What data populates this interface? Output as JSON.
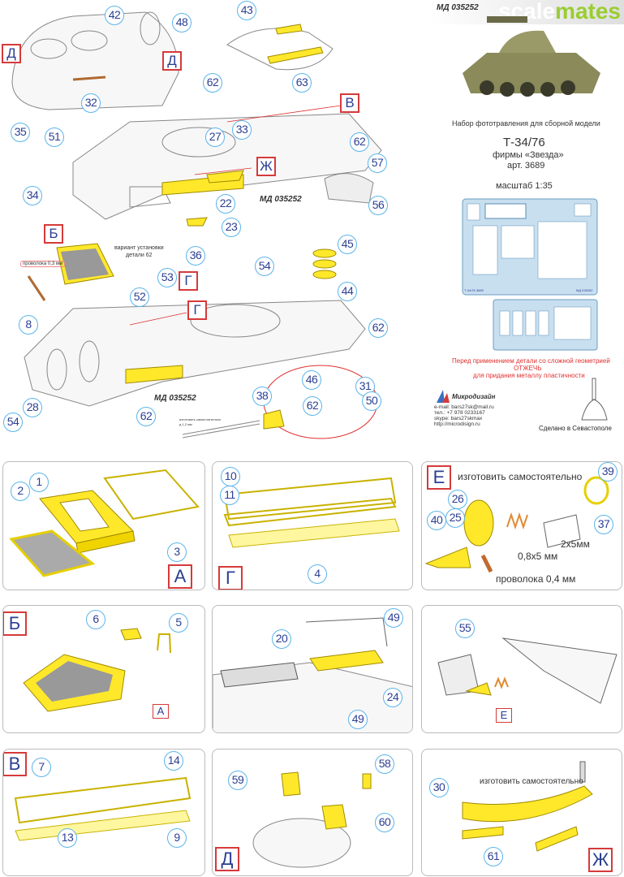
{
  "watermark": {
    "scale": "scale",
    "mates": "mates"
  },
  "header": {
    "top_code": "МД 035252",
    "subtitle": "Набор фототравления для сборной модели",
    "model": "Т-34/76",
    "maker": "фирмы «Звезда»",
    "article": "арт. 3689",
    "scale": "масштаб 1:35",
    "warning_line1": "Перед применением детали со сложной геометрией",
    "warning_line2": "ОТЖЕЧЬ",
    "warning_line3": "для придания металлу пластичности",
    "brand": "Микродизайн",
    "email": "e-mail: bars27sk@mail.ru",
    "phone": "тел.: +7 978 0233167",
    "skype": "skype: bars27skmax",
    "site": "http://microdisign.ru",
    "made_in": "Сделано в Севастополе",
    "fret_code_1": "Т-34/76 3689",
    "fret_code_2": "МД 035252"
  },
  "main_diagram": {
    "callouts": [
      "42",
      "48",
      "43",
      "32",
      "62",
      "63",
      "35",
      "51",
      "27",
      "33",
      "62",
      "57",
      "22",
      "23",
      "56",
      "34",
      "45",
      "36",
      "54",
      "53",
      "52",
      "44",
      "8",
      "62",
      "46",
      "31",
      "62",
      "50",
      "28",
      "54",
      "62",
      "38"
    ],
    "letters": [
      "Д",
      "Д",
      "В",
      "Ж",
      "Б",
      "Г",
      "Г"
    ],
    "code_label_1": "МД 035252",
    "code_label_2": "МД 035252",
    "wire_label": "проволока 0,3 мм",
    "variant_label_1": "вариант установки",
    "variant_label_2": "детали 62",
    "rod_label_1": "изготовить самостоятельно",
    "rod_label_2": "д 1,2 мм"
  },
  "panels": {
    "A": {
      "callouts": [
        "1",
        "2",
        "3"
      ],
      "letter": "А"
    },
    "G": {
      "callouts": [
        "10",
        "11",
        "4"
      ],
      "letter": "Г"
    },
    "E": {
      "letter": "Е",
      "make_yourself": "изготовить самостоятельно",
      "callouts": [
        "39",
        "26",
        "25",
        "37",
        "40"
      ],
      "dim_1": "2x5мм",
      "dim_2": "0,8x5 мм",
      "wire": "проволока 0,4 мм"
    },
    "B": {
      "letter": "Б",
      "callouts": [
        "6",
        "5"
      ],
      "ref": "А"
    },
    "M": {
      "callouts": [
        "49",
        "20",
        "24",
        "49"
      ]
    },
    "R": {
      "callouts": [
        "55"
      ],
      "ref": "Е"
    },
    "V": {
      "letter": "В",
      "callouts": [
        "7",
        "14",
        "13",
        "9"
      ]
    },
    "D": {
      "letter": "Д",
      "callouts": [
        "59",
        "58",
        "60"
      ]
    },
    "Zh": {
      "letter": "Ж",
      "make_yourself": "изготовить самостоятельно",
      "callouts": [
        "30",
        "61"
      ]
    }
  },
  "colors": {
    "pe_yellow": "#ffe82a",
    "callout_border": "#5ab4ea",
    "callout_text": "#2b3f92",
    "letter_border": "#d63a3a",
    "warning": "#e0302f"
  }
}
